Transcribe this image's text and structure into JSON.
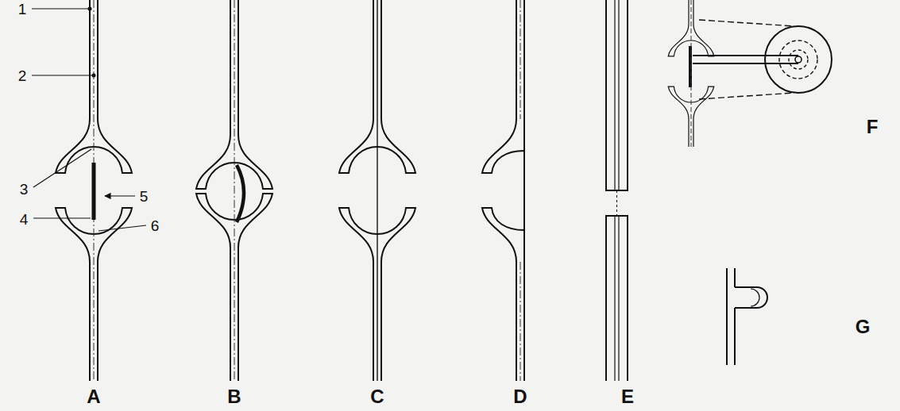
{
  "diagram": {
    "labels": [
      "1",
      "2",
      "3",
      "4",
      "5",
      "6",
      "A",
      "B",
      "C",
      "D",
      "E",
      "F",
      "G"
    ]
  }
}
